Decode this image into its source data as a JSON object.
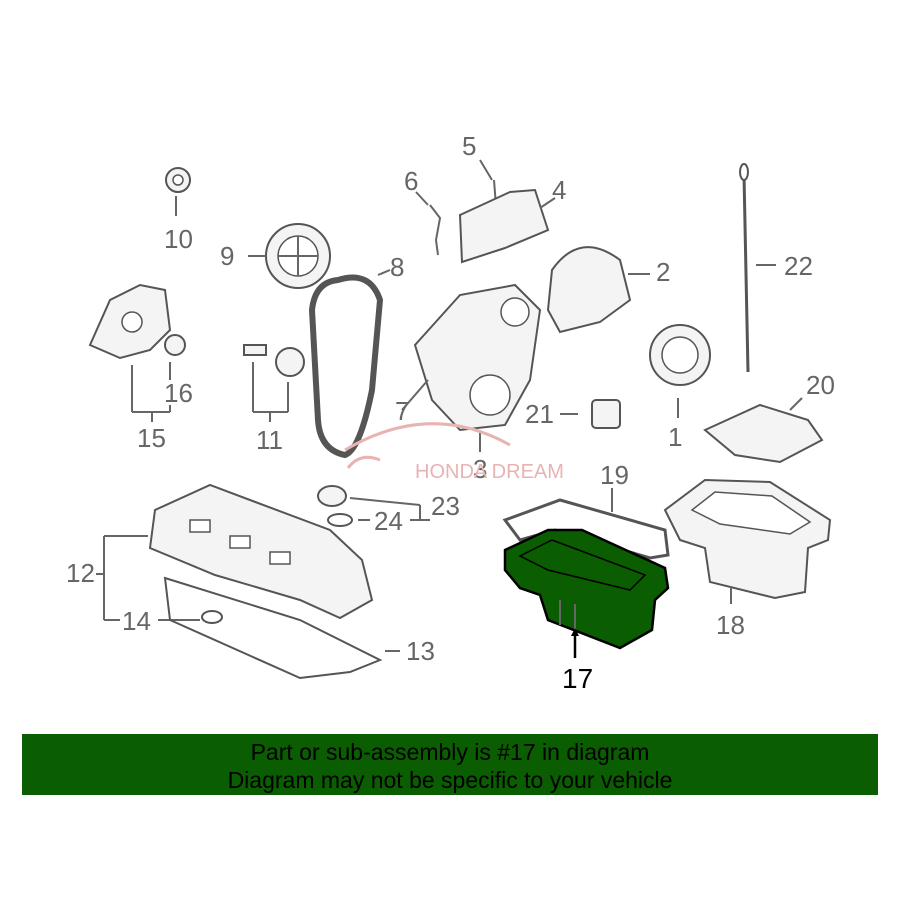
{
  "diagram": {
    "callouts": {
      "c1": "1",
      "c2": "2",
      "c3": "3",
      "c4": "4",
      "c5": "5",
      "c6": "6",
      "c7": "7",
      "c8": "8",
      "c9": "9",
      "c10": "10",
      "c11": "11",
      "c12": "12",
      "c13": "13",
      "c14": "14",
      "c15": "15",
      "c16": "16",
      "c17": "17",
      "c18": "18",
      "c19": "19",
      "c20": "20",
      "c21": "21",
      "c22": "22",
      "c23": "23",
      "c24": "24"
    },
    "highlighted_part": "17",
    "highlight_color": "#0a5d00"
  },
  "watermark": {
    "text": "HONDA DREAM",
    "color": "#e8b3b3"
  },
  "banner": {
    "line1": "Part or sub-assembly is #17 in diagram",
    "line2": "Diagram may not be specific to your vehicle",
    "background": "#0a5d00"
  }
}
